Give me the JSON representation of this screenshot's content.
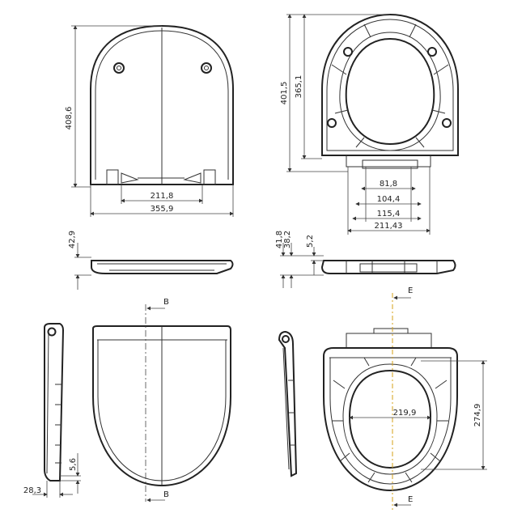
{
  "dimensions": {
    "lid_height": "408,6",
    "hinge_spacing": "211,8",
    "lid_width": "355,9",
    "seat_height_total": "401,5",
    "seat_height": "365,1",
    "d_81": "81,8",
    "d_104": "104,4",
    "d_115": "115,4",
    "d_211": "211,43",
    "lid_thickness": "42,9",
    "seat_thickness_total": "41,8",
    "seat_thickness": "38,2",
    "seat_offset": "5,2",
    "profile_gap": "5,6",
    "profile_depth": "28,3",
    "opening_width": "219,9",
    "opening_length": "274,9"
  },
  "sections": {
    "b": "B",
    "e": "E"
  },
  "colors": {
    "line": "#222222",
    "section": "#d4a017"
  }
}
